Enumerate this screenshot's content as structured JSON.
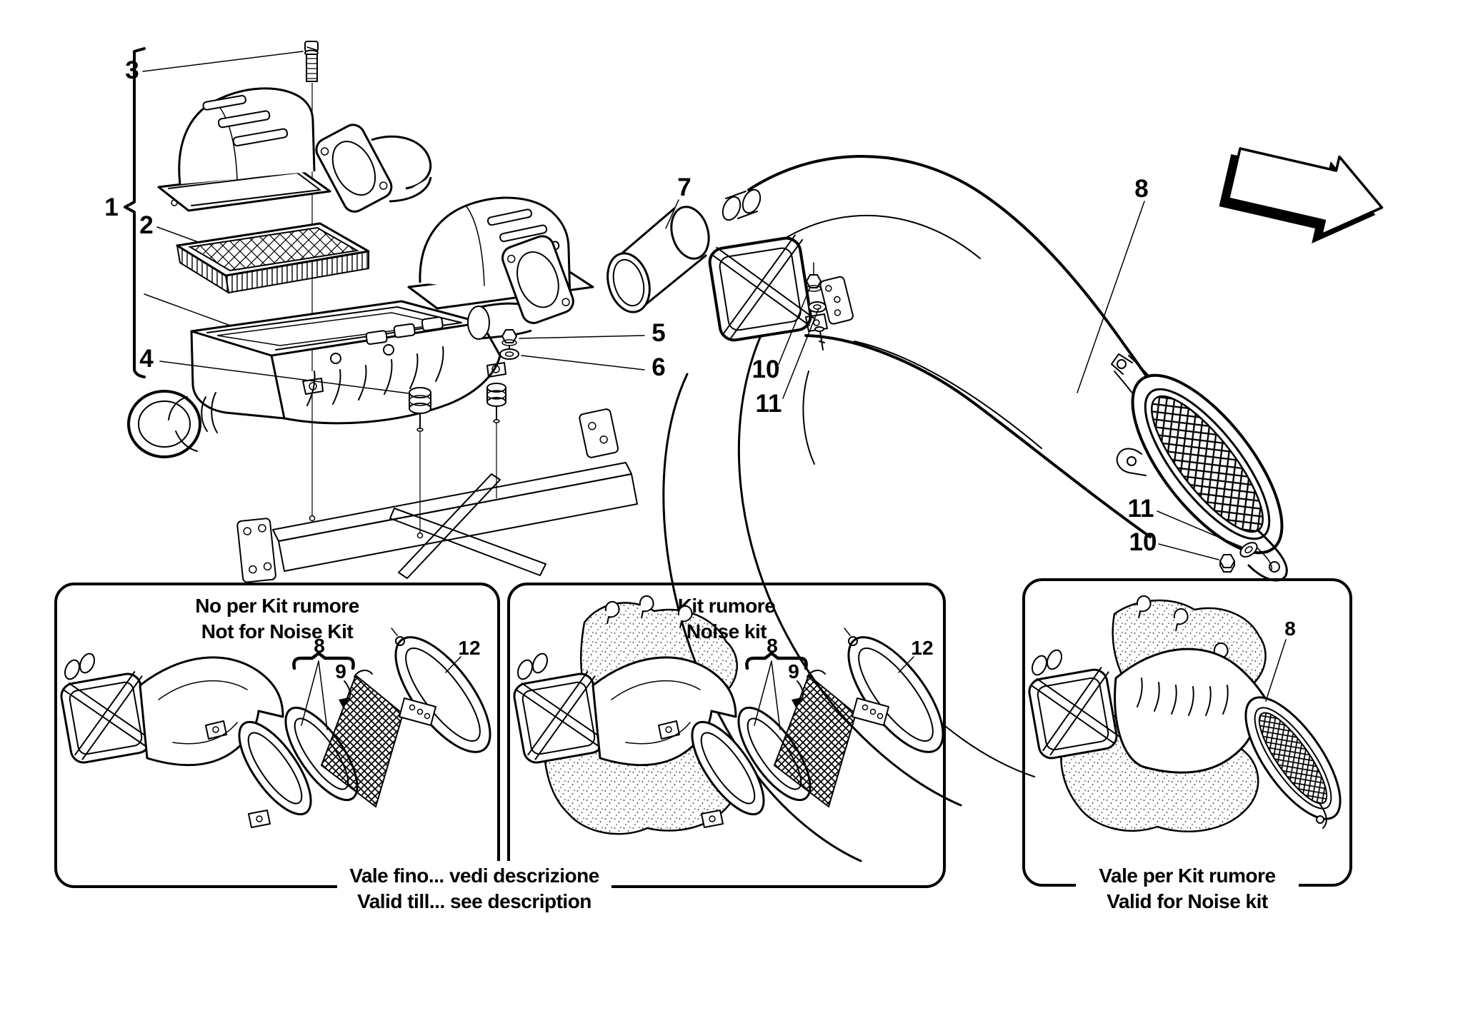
{
  "colors": {
    "background": "#ffffff",
    "ink": "#000000"
  },
  "icons": {
    "direction_arrow": "3d-block-arrow-right"
  },
  "callouts": {
    "n1": "1",
    "n2": "2",
    "n3": "3",
    "n4": "4",
    "n5": "5",
    "n6": "6",
    "n7": "7",
    "n8": "8",
    "n9": "9",
    "n10": "10",
    "n11": "11",
    "n12": "12"
  },
  "insets": {
    "not_for_noise_kit": {
      "title_line1": "No per Kit rumore",
      "title_line2": "Not for Noise Kit",
      "callout_8": "8",
      "callout_9": "9",
      "callout_12": "12"
    },
    "noise_kit": {
      "title_line1": "Kit rumore",
      "title_line2": "Noise kit",
      "callout_8": "8",
      "callout_9": "9",
      "callout_12": "12"
    },
    "valid_for_noise_kit": {
      "callout_8": "8",
      "caption_line1": "Vale per Kit rumore",
      "caption_line2": "Valid for Noise kit"
    }
  },
  "captions": {
    "left": {
      "line1": "Vale fino... vedi descrizione",
      "line2": "Valid till... see description"
    }
  }
}
